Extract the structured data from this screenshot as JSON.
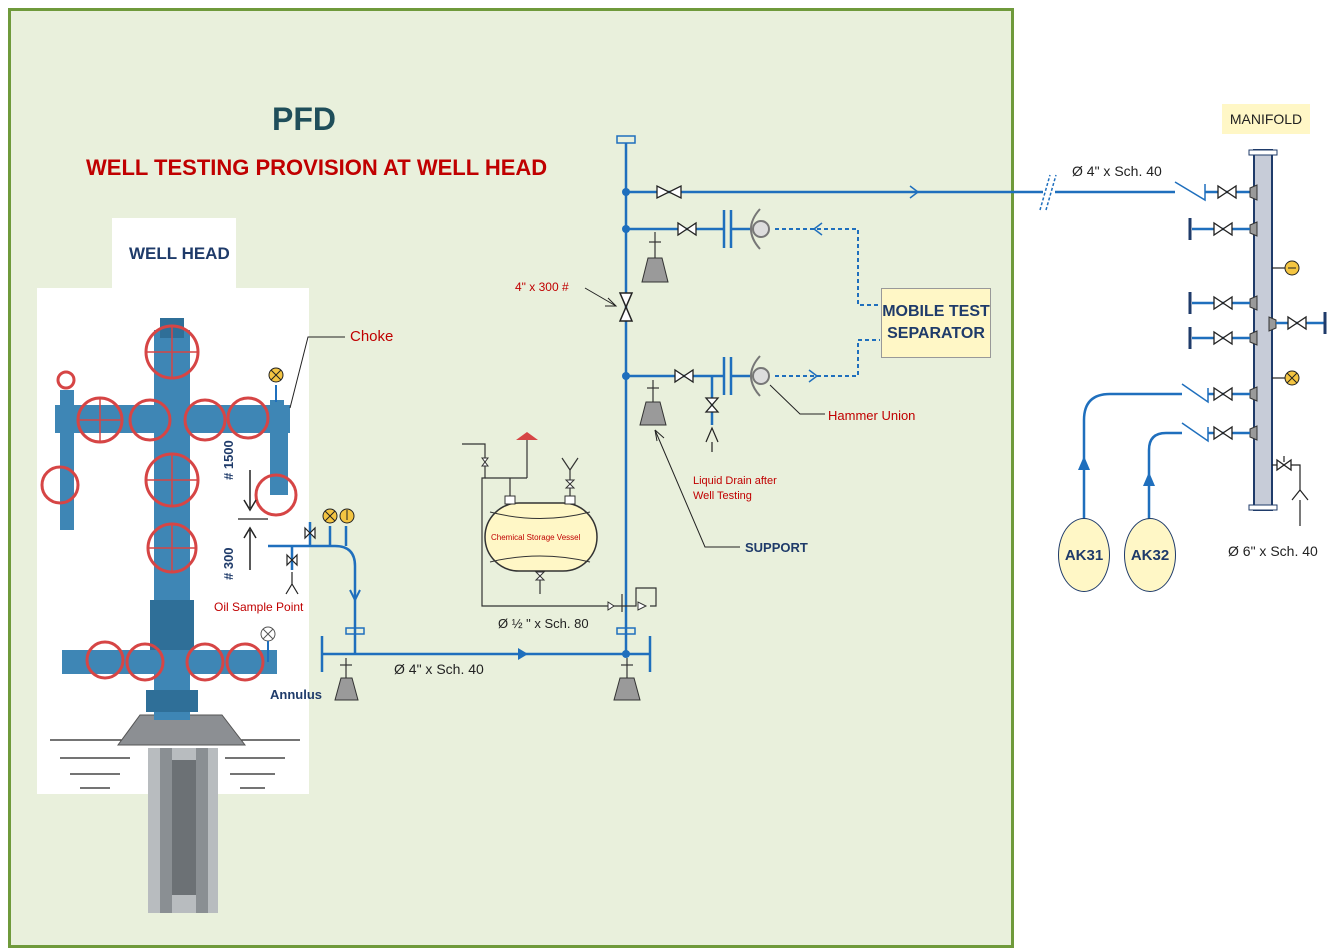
{
  "header": {
    "title": "PFD",
    "subtitle": "WELL TESTING PROVISION AT WELL HEAD"
  },
  "wellhead": {
    "label": "WELL HEAD",
    "choke": "Choke",
    "rating_upper": "# 1500",
    "rating_lower": "# 300",
    "oil_sample": "Oil Sample Point",
    "annulus": "Annulus"
  },
  "lines": {
    "main_line": "Ø  4\" x Sch. 40",
    "drain_line": "Ø  ½ \" x Sch. 80",
    "riser_valve": "4\" x 300 #",
    "manifold_feed": "Ø  4\" x Sch. 40",
    "manifold_header": "Ø  6\" x Sch. 40"
  },
  "equipment": {
    "vessel": "Chemical Storage Vessel",
    "separator": "MOBILE TEST SEPARATOR",
    "hammer_union": "Hammer Union",
    "liquid_drain": "Liquid Drain after Well Testing",
    "support": "SUPPORT",
    "manifold": "MANIFOLD",
    "wells": [
      "AK31",
      "AK32"
    ]
  },
  "colors": {
    "pipe": "#1f6fbd",
    "panel": "#e9f0dc",
    "border": "#6f9a3b",
    "title": "#1f4e5a",
    "red": "#c00000",
    "tag": "#fff7c6"
  }
}
